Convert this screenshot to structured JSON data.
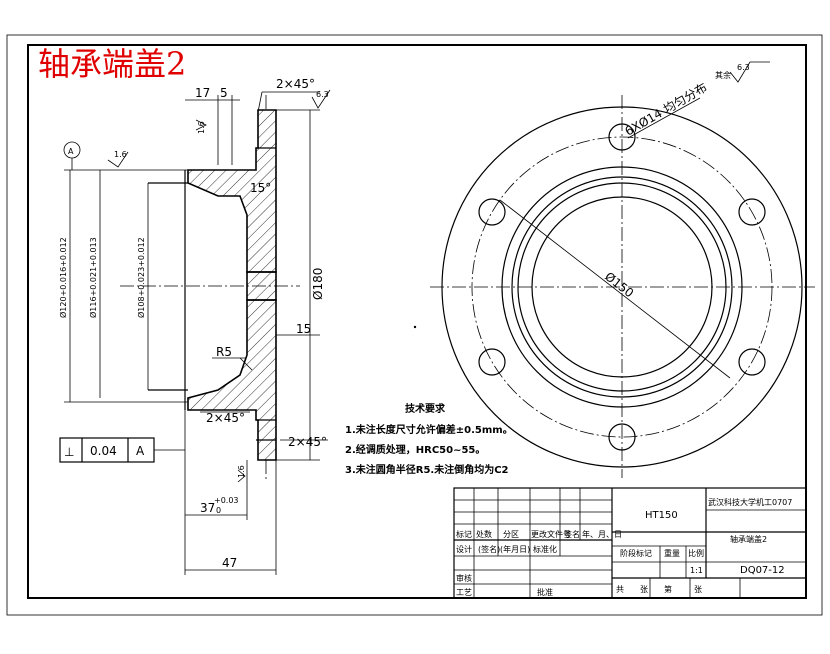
{
  "drawing": {
    "title": "轴承端盖2",
    "dims": {
      "d17": "17",
      "d5": "5",
      "chamfer_top": "2×45°",
      "rough_top": "6.3",
      "rough_a": "1.6",
      "rough_b": "1.6",
      "rough_c": "1.6",
      "rough_general": "6.3",
      "angle15": "15°",
      "d180": "Ø180",
      "d120": "Ø120+0.016+0.012",
      "d116": "Ø116+0.021+0.013",
      "d108": "Ø108+0.023+0.012",
      "d15": "15",
      "r5": "R5",
      "chamfer_mid": "2×45°",
      "chamfer_bot": "2×45°",
      "d37": "37",
      "d37_tol_up": "+0.03",
      "d37_tol_low": "0",
      "d47": "47",
      "d150": "Ø150",
      "holes": "6XØ14 均匀分布",
      "datum": "A",
      "rest_label": "其余"
    },
    "tolerance_frame": {
      "symbol": "⊥",
      "value": "0.04",
      "datum": "A"
    },
    "notes": {
      "heading": "技术要求",
      "n1": "1.未注长度尺寸允许偏差±0.5mm。",
      "n2": "2.经调质处理，HRC50~55。",
      "n3": "3.未注圆角半径R5.未注倒角均为C2"
    },
    "title_block": {
      "material": "HT150",
      "school": "武汉科技大学机工0707",
      "part_name": "轴承端盖2",
      "drawing_no": "DQ07-12",
      "scale": "1:1",
      "row_labels": [
        "标记",
        "处数",
        "分区",
        "更改文件号",
        "签名",
        "年、月、日"
      ],
      "row2": [
        "设计",
        "(签名)",
        "(年月日)",
        "标准化"
      ],
      "stage_mark": "阶段标记",
      "weight": "重量",
      "ratio": "比例",
      "review": "审核",
      "process": "工艺",
      "approve": "批准",
      "sheet_info": [
        "共",
        "张",
        "第",
        "张"
      ]
    }
  }
}
